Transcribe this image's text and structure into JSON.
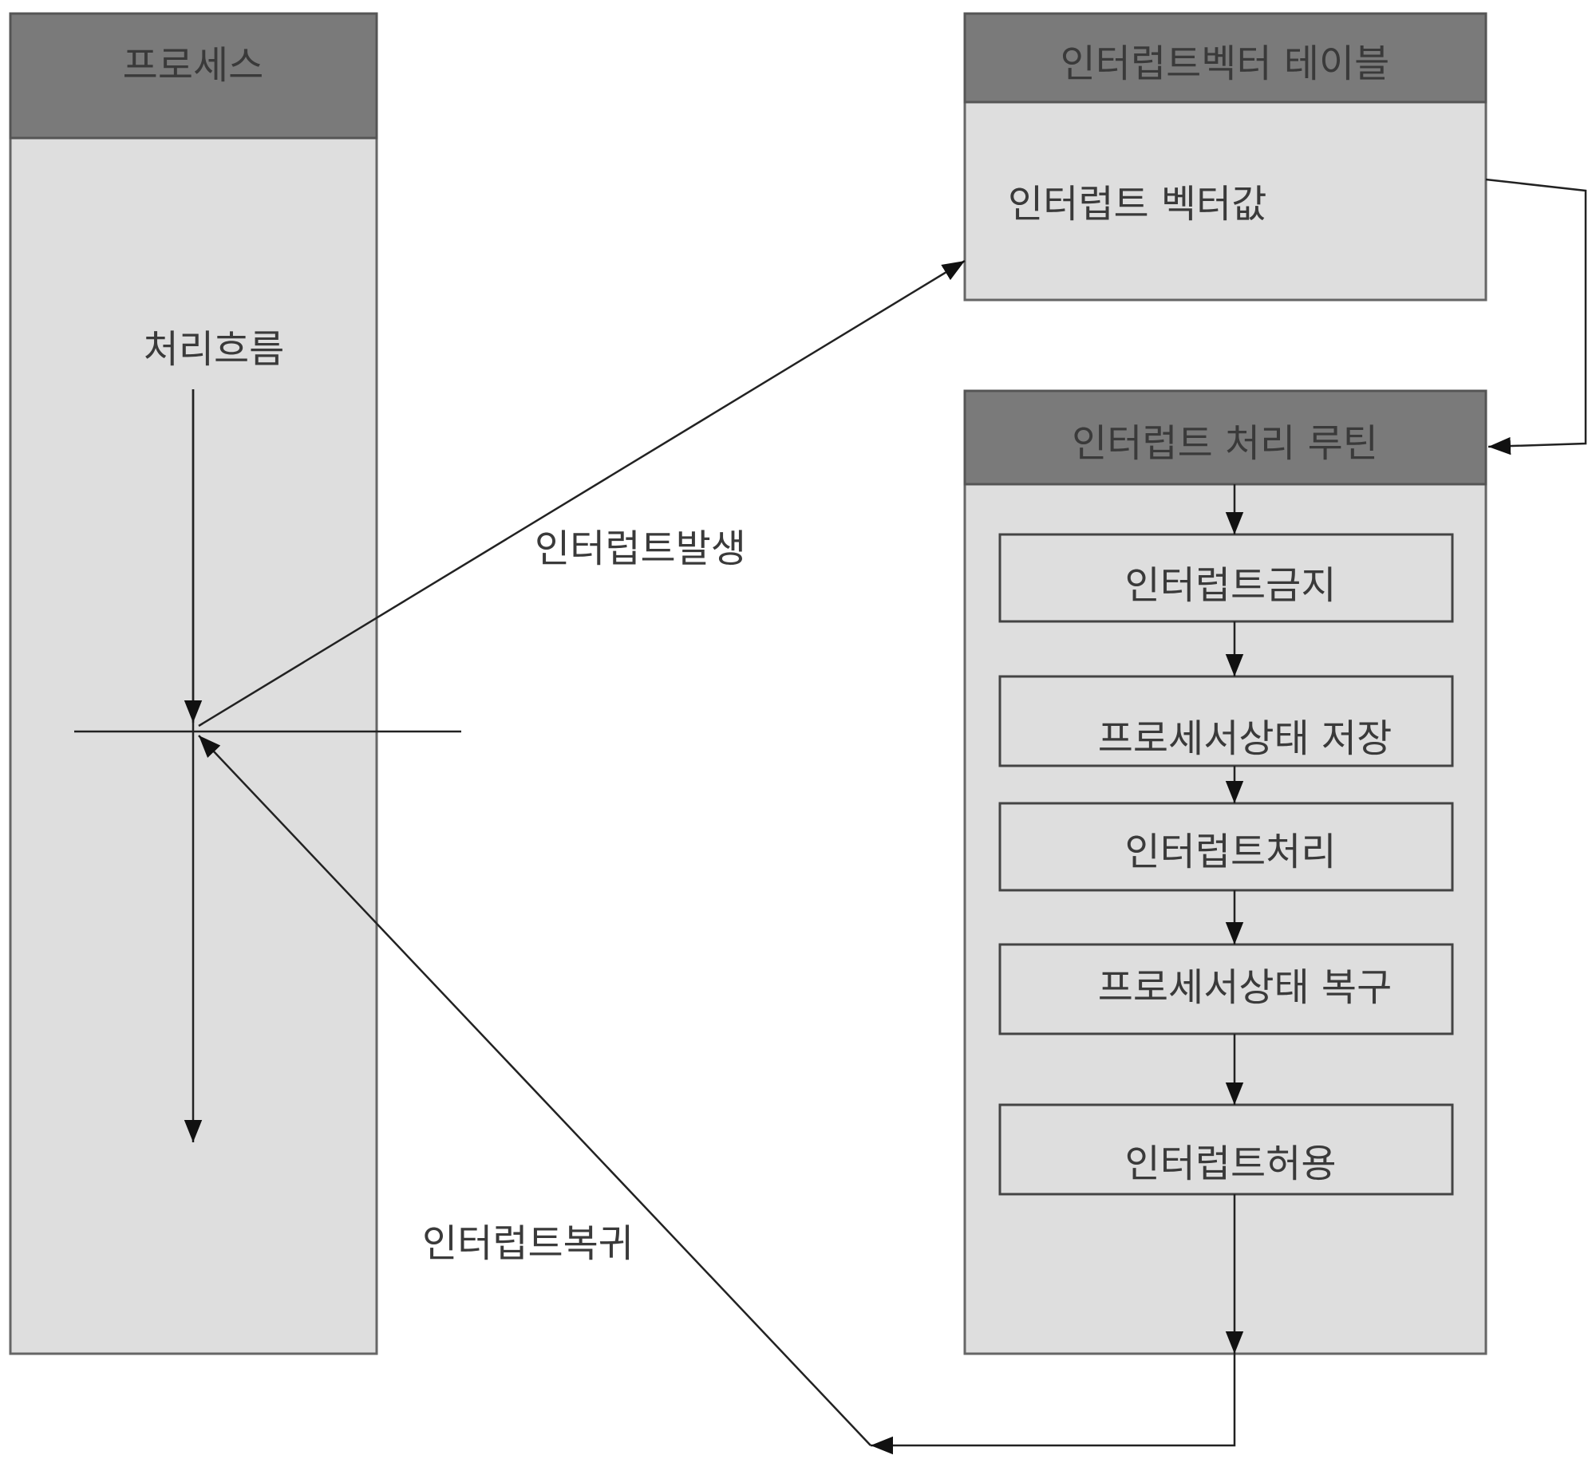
{
  "process": {
    "title": "프로세스",
    "flow_label": "처리흐름"
  },
  "vector_table": {
    "title": "인터럽트벡터 테이블",
    "value_label": "인터럽트 벡터값"
  },
  "routine": {
    "title": "인터럽트 처리 루틴",
    "steps": [
      "인터럽트금지",
      "프로세서상태 저장",
      "인터럽트처리",
      "프로세서상태 복구",
      "인터럽트허용"
    ]
  },
  "edges": {
    "occur_label": "인터럽트발생",
    "return_label": "인터럽트복귀"
  },
  "colors": {
    "header": "#7a7a7a",
    "body": "#dedede",
    "line": "#222222"
  }
}
